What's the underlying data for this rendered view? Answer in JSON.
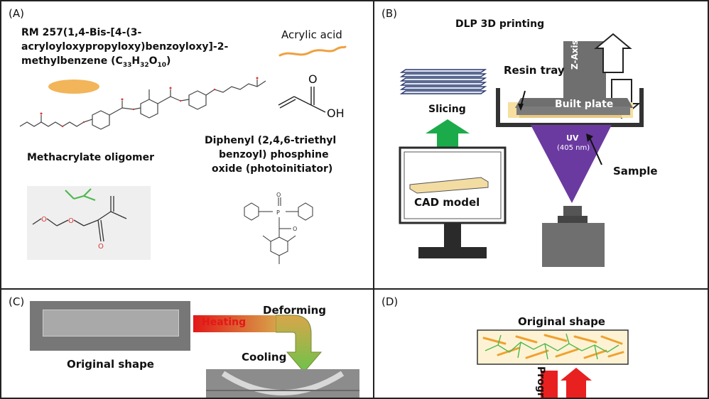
{
  "panelA": {
    "label": "(A)",
    "rm257_name_line1": "RM 257(1,4-Bis-[4-(3-",
    "rm257_name_line2": "acryloyloxypropyloxy)benzoyloxy]-2-",
    "rm257_name_line3_prefix": "methylbenzene (C",
    "rm257_formula_c": "33",
    "rm257_formula_h_prefix": "H",
    "rm257_formula_h": "32",
    "rm257_formula_o_prefix": "O",
    "rm257_formula_o": "10",
    "rm257_formula_close": ")",
    "acrylic_acid": "Acrylic acid",
    "methacrylate": "Methacrylate oligomer",
    "photoinit_line1": "Diphenyl (2,4,6-triethyl",
    "photoinit_line2": "benzoyl) phosphine",
    "photoinit_line3": "oxide (photoinitiator)",
    "atom_O": "O",
    "atom_OH": "OH"
  },
  "panelB": {
    "label": "(B)",
    "title": "DLP 3D printing",
    "resin_tray": "Resin tray",
    "z_axis": "Z-Axis",
    "built_plate": "Built plate",
    "uv_line1": "UV",
    "uv_line2": "(405 nm)",
    "sample": "Sample",
    "slicing": "Slicing",
    "cad_model": "CAD model"
  },
  "panelC": {
    "label": "(C)",
    "heating": "Heating",
    "deforming": "Deforming",
    "cooling": "Cooling",
    "original_shape": "Original shape"
  },
  "panelD": {
    "label": "(D)",
    "original_shape": "Original shape",
    "programming_partial": "Progra"
  },
  "colors": {
    "orange_blob": "#f2b55a",
    "acrylic_line": "#f0a040",
    "green_arrow": "#1cab4a",
    "uv_purple": "#6b3aa0",
    "tray_yellow": "#f7dfa0",
    "grey_machine": "#6f6f6f",
    "red_arrow": "#e82020"
  }
}
